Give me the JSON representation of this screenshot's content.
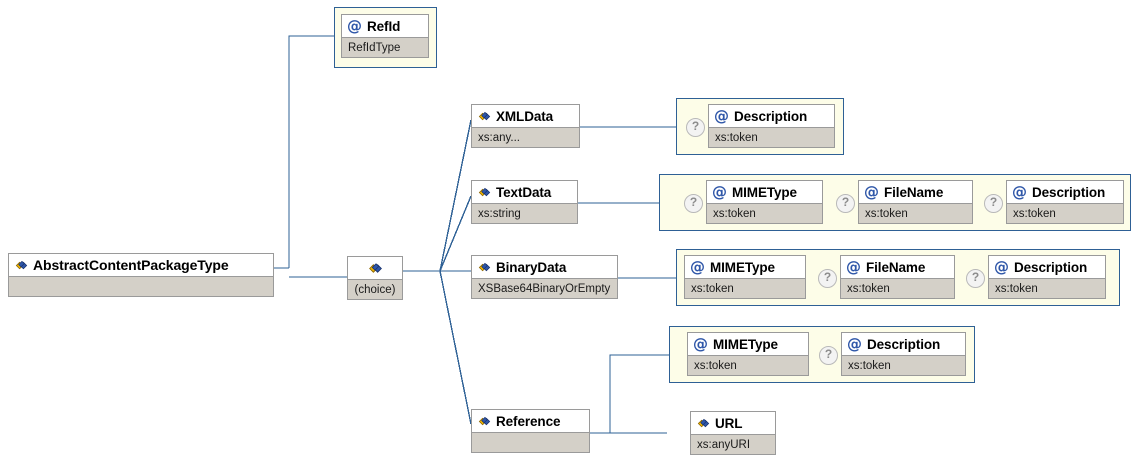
{
  "diagram": {
    "title": "AbstractContentPackageType",
    "type": "xml-schema-diagram",
    "colors": {
      "connector": "#2e6095",
      "attr_group_border": "#2e6095",
      "attr_group_fill": "#fdfde8",
      "node_border": "#9a9a9a",
      "type_row_fill": "#d4d0c8",
      "background": "#ffffff",
      "attr_icon": "#2e56a8",
      "optional_marker": "#8c8c8c"
    },
    "root": {
      "name": "AbstractContentPackageType",
      "type": "",
      "icon": "element-icon"
    },
    "compositor": {
      "label": "(choice)",
      "icon": "choice-icon"
    },
    "refid": {
      "name": "RefId",
      "type": "RefIdType",
      "icon": "attribute-icon",
      "optional": false
    },
    "branches": [
      {
        "name": "XMLData",
        "type": "xs:any...",
        "icon": "element-icon",
        "attributes": [
          {
            "name": "Description",
            "type": "xs:token",
            "icon": "attribute-icon",
            "optional": true
          }
        ]
      },
      {
        "name": "TextData",
        "type": "xs:string",
        "icon": "element-icon",
        "attributes": [
          {
            "name": "MIMEType",
            "type": "xs:token",
            "icon": "attribute-icon",
            "optional": true
          },
          {
            "name": "FileName",
            "type": "xs:token",
            "icon": "attribute-icon",
            "optional": true
          },
          {
            "name": "Description",
            "type": "xs:token",
            "icon": "attribute-icon",
            "optional": true
          }
        ]
      },
      {
        "name": "BinaryData",
        "type": "XSBase64BinaryOrEmpty",
        "icon": "element-icon",
        "attributes": [
          {
            "name": "MIMEType",
            "type": "xs:token",
            "icon": "attribute-icon",
            "optional": false
          },
          {
            "name": "FileName",
            "type": "xs:token",
            "icon": "attribute-icon",
            "optional": true
          },
          {
            "name": "Description",
            "type": "xs:token",
            "icon": "attribute-icon",
            "optional": true
          }
        ]
      },
      {
        "name": "Reference",
        "type": "",
        "icon": "element-icon",
        "attributes": [
          {
            "name": "MIMEType",
            "type": "xs:token",
            "icon": "attribute-icon",
            "optional": false
          },
          {
            "name": "Description",
            "type": "xs:token",
            "icon": "attribute-icon",
            "optional": true
          }
        ],
        "children": [
          {
            "name": "URL",
            "type": "xs:anyURI",
            "icon": "element-icon"
          }
        ]
      }
    ],
    "optional_marker_glyph": "?"
  }
}
